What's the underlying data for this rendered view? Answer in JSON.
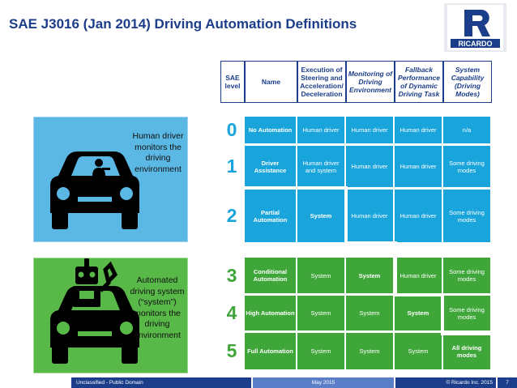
{
  "title": "SAE J3016 (Jan 2014) Driving Automation Definitions",
  "logo": {
    "text": "RICARDO",
    "letter": "R"
  },
  "panels": {
    "human": "Human driver monitors the driving environment",
    "automated": "Automated driving system (“system”) monitors the driving environment"
  },
  "table_headers": {
    "level": "SAE level",
    "name": "Name",
    "execution": "Execution of Steering and Acceleration/ Deceleration",
    "monitoring": "Monitoring of Driving Environment",
    "fallback": "Fallback Performance of Dynamic Driving Task",
    "capability": "System Capability (Driving Modes)"
  },
  "levels": [
    {
      "level": "0",
      "name": "No Automation",
      "execution": "Human driver",
      "monitoring": "Human driver",
      "fallback": "Human driver",
      "capability": "n/a"
    },
    {
      "level": "1",
      "name": "Driver Assistance",
      "execution": "Human driver and system",
      "monitoring": "Human driver",
      "fallback": "Human driver",
      "capability": "Some driving modes"
    },
    {
      "level": "2",
      "name": "Partial Automation",
      "execution": "System",
      "monitoring": "Human driver",
      "fallback": "Human driver",
      "capability": "Some driving modes"
    },
    {
      "level": "3",
      "name": "Conditional Automation",
      "execution": "System",
      "monitoring": "System",
      "fallback": "Human driver",
      "capability": "Some driving modes"
    },
    {
      "level": "4",
      "name": "High Automation",
      "execution": "System",
      "monitoring": "System",
      "fallback": "System",
      "capability": "Some driving modes"
    },
    {
      "level": "5",
      "name": "Full Automation",
      "execution": "System",
      "monitoring": "System",
      "fallback": "System",
      "capability": "All driving modes"
    }
  ],
  "footer": {
    "classification": "Unclassified - Public Domain",
    "date": "May 2015",
    "copyright": "© Ricardo Inc. 2015",
    "page": "7"
  },
  "colors": {
    "title": "#1b3d8a",
    "human_blue": "#1aa4dc",
    "system_green": "#3fa63a",
    "footer_blue": "#1b3d8a"
  }
}
